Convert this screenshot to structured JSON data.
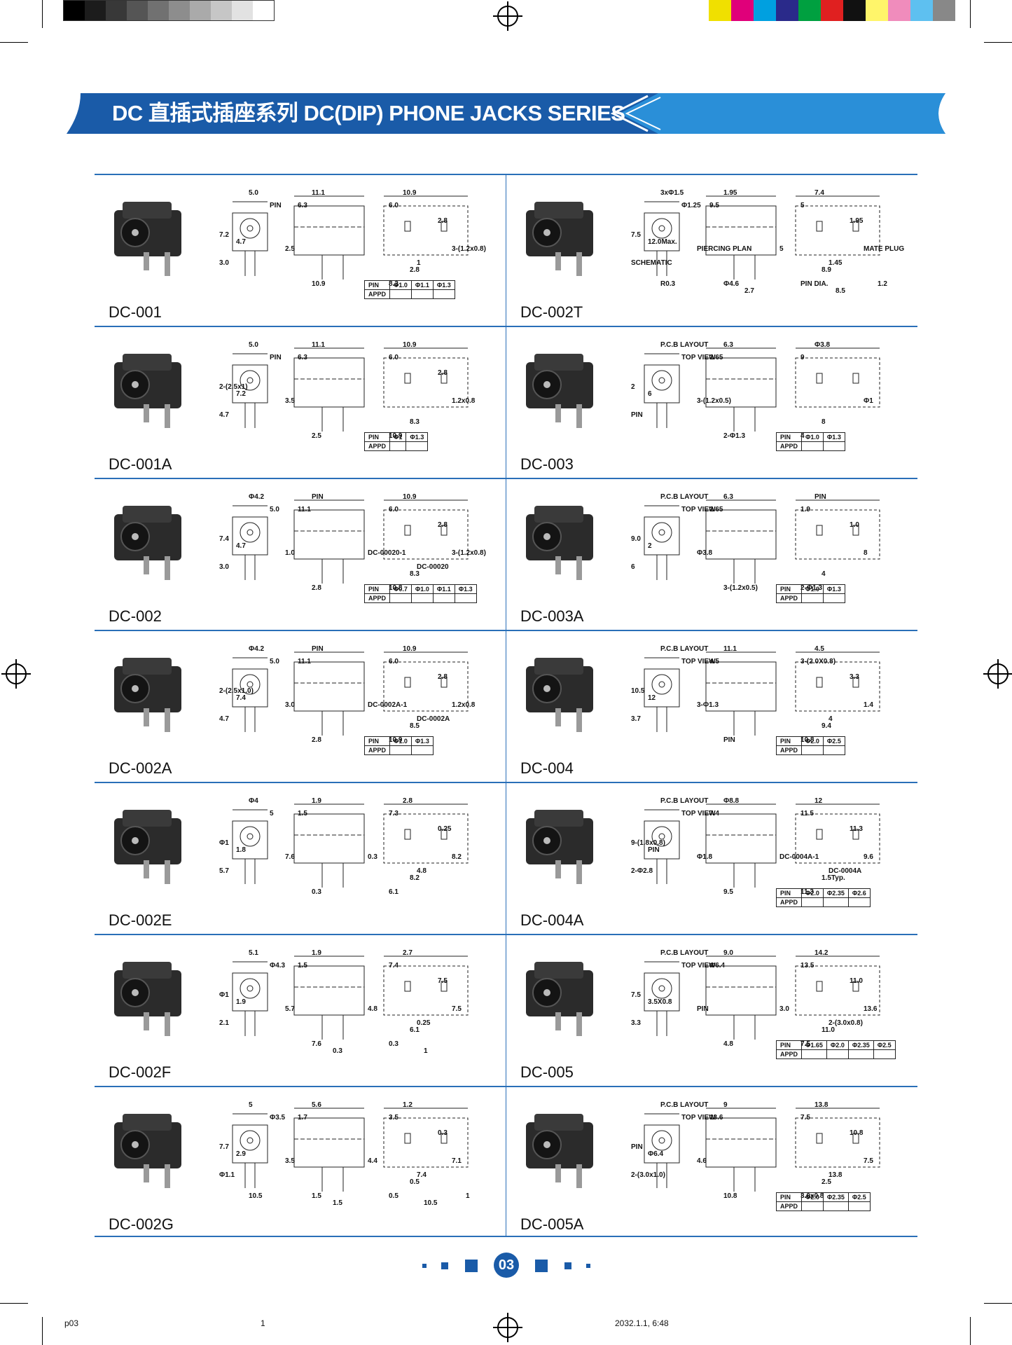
{
  "header": {
    "title": "DC 直插式插座系列 DC(DIP) PHONE JACKS SERIES",
    "banner_color": "#1a5ba8",
    "accent_color": "#2a8fd8"
  },
  "products": [
    {
      "model": "DC-001",
      "dims": [
        "5.0",
        "PIN",
        "11.1",
        "6.3",
        "10.9",
        "6.0",
        "7.2",
        "4.7",
        "3.0",
        "2.5",
        "10.9",
        "8.3",
        "2.8",
        "3-(1.2x0.8)",
        "2.8",
        "1"
      ],
      "pin_table": {
        "header": [
          "PIN",
          "Φ1.0",
          "Φ1.1",
          "Φ1.3"
        ],
        "row": [
          "APPD"
        ]
      }
    },
    {
      "model": "DC-002T",
      "dims": [
        "3xΦ1.5",
        "Φ1.25",
        "1.95",
        "9.5",
        "7.4",
        "5",
        "7.5",
        "12.0Max.",
        "SCHEMATIC",
        "PIERCING PLAN",
        "Φ4.6",
        "PIN DIA.",
        "8.9",
        "MATE PLUG",
        "1.95",
        "1.45",
        "5",
        "2.7",
        "8.5",
        "R0.3",
        "1.2"
      ]
    },
    {
      "model": "DC-001A",
      "dims": [
        "5.0",
        "PIN",
        "11.1",
        "6.3",
        "10.9",
        "6.0",
        "2-(2.5x1)",
        "7.2",
        "4.7",
        "3.5",
        "2.5",
        "10.9",
        "8.3",
        "1.2x0.8",
        "2.8"
      ],
      "pin_table": {
        "header": [
          "PIN",
          "Φ1",
          "Φ1.3"
        ],
        "row": [
          "APPD"
        ]
      }
    },
    {
      "model": "DC-003",
      "dims": [
        "P.C.B LAYOUT",
        "TOP VIEW",
        "6.3",
        "2.65",
        "Φ3.8",
        "9",
        "2",
        "6",
        "PIN",
        "3-(1.2x0.5)",
        "2-Φ1.3",
        "4",
        "8",
        "Φ1"
      ],
      "pin_table": {
        "header": [
          "PIN",
          "Φ1.0",
          "Φ1.3"
        ],
        "row": [
          "APPD"
        ]
      }
    },
    {
      "model": "DC-002",
      "dims": [
        "Φ4.2",
        "5.0",
        "PIN",
        "11.1",
        "10.9",
        "6.0",
        "7.4",
        "4.7",
        "3.0",
        "1.0",
        "2.8",
        "10.8",
        "8.3",
        "3-(1.2x0.8)",
        "2.8",
        "DC-00020",
        "DC-00020-1"
      ],
      "pin_table": {
        "header": [
          "PIN",
          "Φ0.7",
          "Φ1.0",
          "Φ1.1",
          "Φ1.3"
        ],
        "row": [
          "APPD"
        ]
      }
    },
    {
      "model": "DC-003A",
      "dims": [
        "P.C.B LAYOUT",
        "TOP VIEW",
        "6.3",
        "2.65",
        "PIN",
        "1.9",
        "9.0",
        "2",
        "6",
        "Φ3.8",
        "3-(1.2x0.5)",
        "2-Φ1.3",
        "4",
        "8",
        "1.0"
      ],
      "pin_table": {
        "header": [
          "PIN",
          "Φ1.0",
          "Φ1.3"
        ],
        "row": [
          "APPD"
        ]
      }
    },
    {
      "model": "DC-002A",
      "dims": [
        "Φ4.2",
        "5.0",
        "PIN",
        "11.1",
        "10.9",
        "6.0",
        "2-(2.5x1.0)",
        "7.4",
        "4.7",
        "3.0",
        "2.8",
        "10.9",
        "8.5",
        "1.2x0.8",
        "2.8",
        "DC-0002A",
        "DC-0002A-1"
      ],
      "pin_table": {
        "header": [
          "PIN",
          "Φ1.0",
          "Φ1.3"
        ],
        "row": [
          "APPD"
        ]
      }
    },
    {
      "model": "DC-004",
      "dims": [
        "P.C.B LAYOUT",
        "TOP VIEW",
        "11.1",
        "4.5",
        "4.5",
        "3-(2.0X0.8)",
        "10.5",
        "12",
        "3.7",
        "3-Φ1.3",
        "PIN",
        "10.8",
        "9.4",
        "1.4",
        "3.3",
        "4"
      ],
      "pin_table": {
        "header": [
          "PIN",
          "Φ2.0",
          "Φ2.5"
        ],
        "row": [
          "APPD"
        ]
      }
    },
    {
      "model": "DC-002E",
      "dims": [
        "Φ4",
        "5",
        "1.9",
        "1.5",
        "2.8",
        "7.3",
        "Φ1",
        "1.8",
        "5.7",
        "7.6",
        "0.3",
        "6.1",
        "8.2",
        "8.2",
        "0.25",
        "4.8",
        "0.3"
      ]
    },
    {
      "model": "DC-004A",
      "dims": [
        "P.C.B LAYOUT",
        "TOP VIEW",
        "Φ8.8",
        "7.4",
        "12",
        "11.5",
        "9-(1.8x0.8)",
        "PIN",
        "2-Φ2.8",
        "Φ1.8",
        "9.5",
        "11.3",
        "1.5Typ.",
        "9.6",
        "11.3",
        "DC-0004A",
        "DC-0004A-1"
      ],
      "pin_table": {
        "header": [
          "PIN",
          "Φ2.0",
          "Φ2.35",
          "Φ2.6"
        ],
        "row": [
          "APPD"
        ]
      }
    },
    {
      "model": "DC-002F",
      "dims": [
        "5.1",
        "Φ4.3",
        "1.9",
        "1.5",
        "2.7",
        "7.4",
        "Φ1",
        "1.9",
        "2.1",
        "5.7",
        "7.6",
        "0.3",
        "6.1",
        "7.5",
        "7.5",
        "0.25",
        "4.8",
        "0.3",
        "1"
      ]
    },
    {
      "model": "DC-005",
      "dims": [
        "P.C.B LAYOUT",
        "TOP VIEW",
        "9.0",
        "Φ6.4",
        "14.2",
        "13.5",
        "7.5",
        "3.5X0.8",
        "3.3",
        "PIN",
        "4.8",
        "7.5",
        "11.0",
        "13.6",
        "11.0",
        "2-(3.0x0.8)",
        "3.0"
      ],
      "pin_table": {
        "header": [
          "PIN",
          "Φ1.65",
          "Φ2.0",
          "Φ2.35",
          "Φ2.5"
        ],
        "row": [
          "APPD"
        ]
      }
    },
    {
      "model": "DC-002G",
      "dims": [
        "5",
        "Φ3.5",
        "5.6",
        "1.7",
        "1.2",
        "3.5",
        "7.7",
        "2.9",
        "Φ1.1",
        "3.5",
        "1.5",
        "0.5",
        "0.5",
        "7.1",
        "0.3",
        "7.4",
        "4.4",
        "1.5",
        "10.5",
        "10.5",
        "1"
      ]
    },
    {
      "model": "DC-005A",
      "dims": [
        "P.C.B LAYOUT",
        "TOP VIEW",
        "9",
        "13.6",
        "13.8",
        "7.5",
        "PIN",
        "Φ6.4",
        "2-(3.0x1.0)",
        "4.6",
        "10.8",
        "3.0x0.8",
        "2.5",
        "7.5",
        "10.8",
        "13.8"
      ],
      "pin_table": {
        "header": [
          "PIN",
          "Φ2.0",
          "Φ2.35",
          "Φ2.5"
        ],
        "row": [
          "APPD"
        ]
      }
    }
  ],
  "footer": {
    "page_number": "03",
    "left": "p03",
    "mid": "1",
    "right": "2032.1.1, 6:48"
  }
}
